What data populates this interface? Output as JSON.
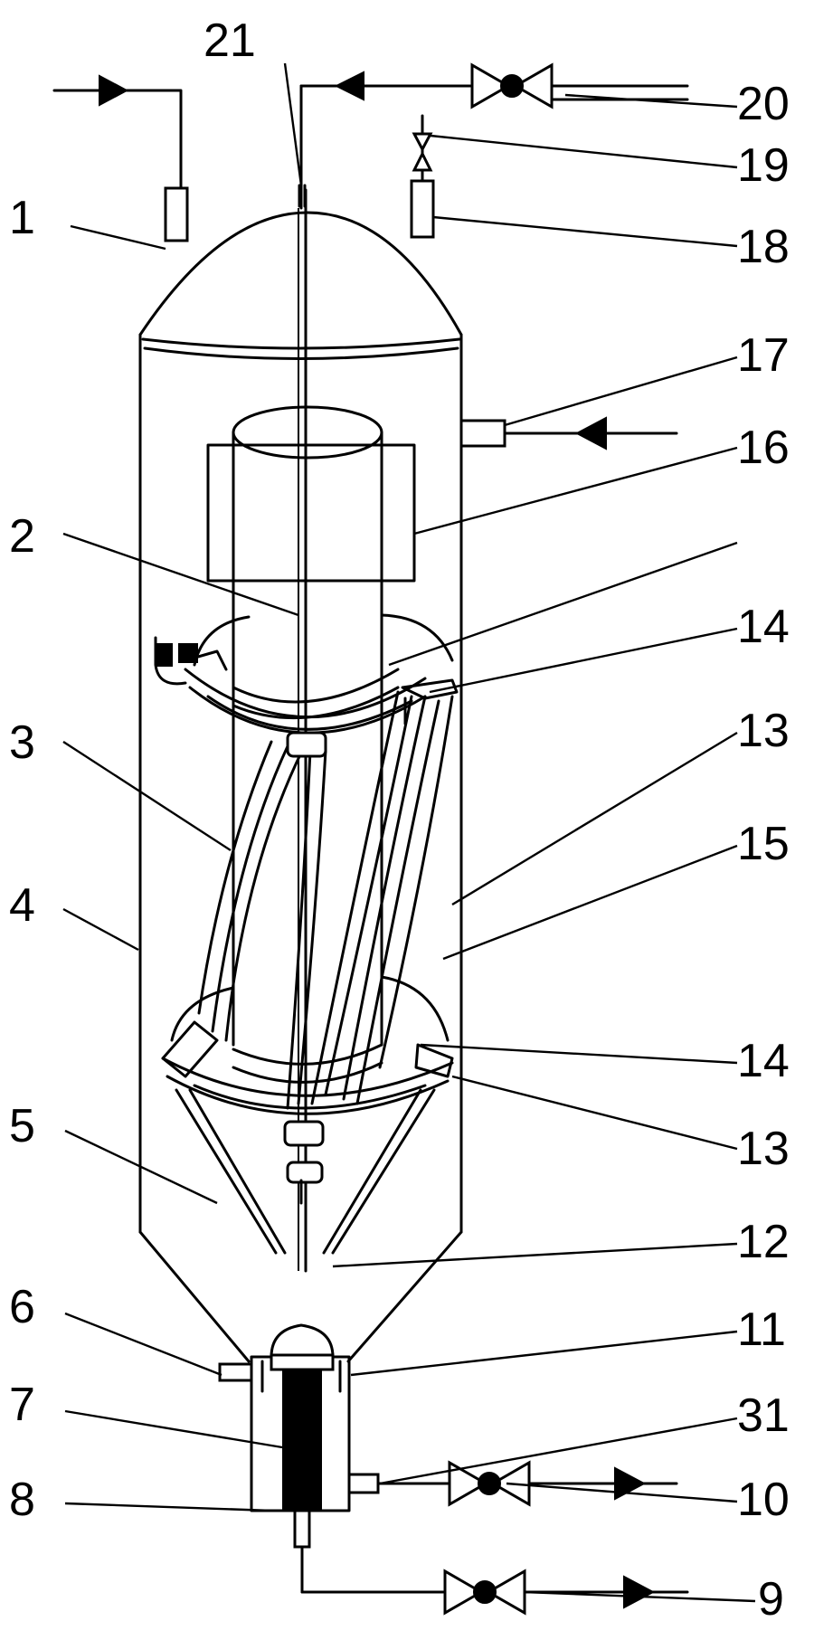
{
  "diagram": {
    "labels": {
      "l1": "1",
      "l2": "2",
      "l3": "3",
      "l4": "4",
      "l5": "5",
      "l6": "6",
      "l7": "7",
      "l8": "8",
      "l9": "9",
      "l10": "10",
      "l11": "11",
      "l12": "12",
      "l13a": "13",
      "l13b": "13",
      "l14a": "14",
      "l14b": "14",
      "l15": "15",
      "l16": "16",
      "l17": "17",
      "l18": "18",
      "l19": "19",
      "l20": "20",
      "l21": "21",
      "l31": "31"
    }
  }
}
